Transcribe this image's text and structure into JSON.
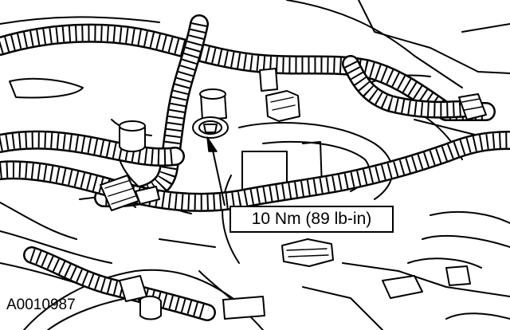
{
  "figure": {
    "torque_label": "10 Nm (89 lb-in)",
    "figure_id": "A0010987"
  },
  "icons": {
    "bolt": "bolt-icon",
    "harness": "wiring-harness",
    "connector": "electrical-connector-icon"
  }
}
